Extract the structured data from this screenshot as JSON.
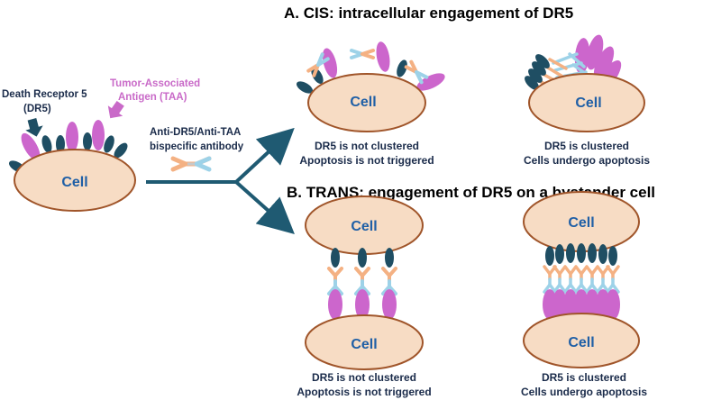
{
  "headings": {
    "cis": "A. CIS: intracellular engagement of DR5",
    "trans": "B. TRANS: engagement of DR5 on a bystander cell"
  },
  "labels": {
    "death_receptor_line1": "Death Receptor 5",
    "death_receptor_line2": "(DR5)",
    "taa_line1": "Tumor-Associated",
    "taa_line2": "Antigen (TAA)",
    "antibody_line1": "Anti-DR5/Anti-TAA",
    "antibody_line2": "bispecific antibody",
    "cell": "Cell"
  },
  "captions": {
    "cis_left_1": "DR5 is not clustered",
    "cis_left_2": "Apoptosis is not triggered",
    "cis_right_1": "DR5 is clustered",
    "cis_right_2": "Cells undergo apoptosis",
    "trans_left_1": "DR5 is not clustered",
    "trans_left_2": "Apoptosis is not triggered",
    "trans_right_1": "DR5 is clustered",
    "trans_right_2": "Cells undergo apoptosis"
  },
  "colors": {
    "cell_fill": "#f7dcc4",
    "cell_stroke": "#a0552a",
    "dr5": "#1f4e63",
    "taa": "#cc66cc",
    "taa_label": "#c96ac8",
    "antibody_orange": "#f4b183",
    "antibody_blue": "#9dd2e8",
    "text_blue": "#1f5fa6",
    "arrow": "#1f5a72",
    "text_dark": "#1a2b4a"
  }
}
